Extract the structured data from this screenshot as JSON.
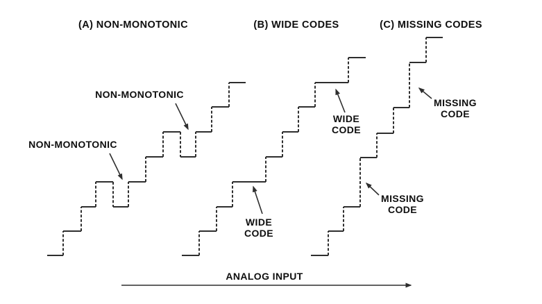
{
  "colors": {
    "line": "#2e2e2e",
    "text": "#0e0e0e",
    "background": "#ffffff"
  },
  "panels": [
    {
      "id": "A",
      "title": "(A) NON-MONOTONIC",
      "steps": [
        [
          68,
          91,
          368
        ],
        [
          91,
          117,
          333
        ],
        [
          117,
          138,
          298
        ],
        [
          138,
          163,
          262
        ],
        [
          163,
          185,
          298
        ],
        [
          185,
          210,
          262
        ],
        [
          210,
          235,
          226
        ],
        [
          235,
          260,
          190
        ],
        [
          260,
          282,
          226
        ],
        [
          282,
          305,
          190
        ],
        [
          305,
          330,
          154
        ],
        [
          330,
          354,
          119
        ]
      ],
      "labels": [
        {
          "line1": "NON-MONOTONIC",
          "arrow": [
            253,
            149,
            271,
            186
          ]
        },
        {
          "line1": "NON-MONOTONIC",
          "arrow": [
            158,
            221,
            176,
            258
          ]
        }
      ]
    },
    {
      "id": "B",
      "title": "(B) WIDE CODES",
      "steps": [
        [
          262,
          287,
          368
        ],
        [
          287,
          312,
          333
        ],
        [
          312,
          335,
          298
        ],
        [
          335,
          383,
          262
        ],
        [
          383,
          407,
          226
        ],
        [
          407,
          430,
          190
        ],
        [
          430,
          454,
          154
        ],
        [
          454,
          502,
          119
        ],
        [
          502,
          527,
          83
        ]
      ],
      "labels": [
        {
          "line1": "WIDE",
          "line2": "CODE",
          "arrow": [
            378,
            308,
            365,
            269
          ]
        },
        {
          "line1": "WIDE",
          "line2": "CODE",
          "arrow": [
            497,
            162,
            484,
            129
          ]
        }
      ]
    },
    {
      "id": "C",
      "title": "(C) MISSING CODES",
      "steps": [
        [
          448,
          473,
          368
        ],
        [
          473,
          495,
          333
        ],
        [
          495,
          519,
          298
        ],
        [
          519,
          543,
          227
        ],
        [
          543,
          567,
          192
        ],
        [
          567,
          590,
          155
        ],
        [
          590,
          614,
          90
        ],
        [
          614,
          638,
          54
        ]
      ],
      "labels": [
        {
          "line1": "MISSING",
          "line2": "CODE",
          "arrow": [
            622,
            142,
            604,
            127
          ]
        },
        {
          "line1": "MISSING",
          "line2": "CODE",
          "arrow": [
            546,
            281,
            528,
            264
          ]
        }
      ]
    }
  ],
  "footer": {
    "label": "ANALOG INPUT",
    "arrow": [
      175,
      411,
      592,
      411
    ]
  }
}
